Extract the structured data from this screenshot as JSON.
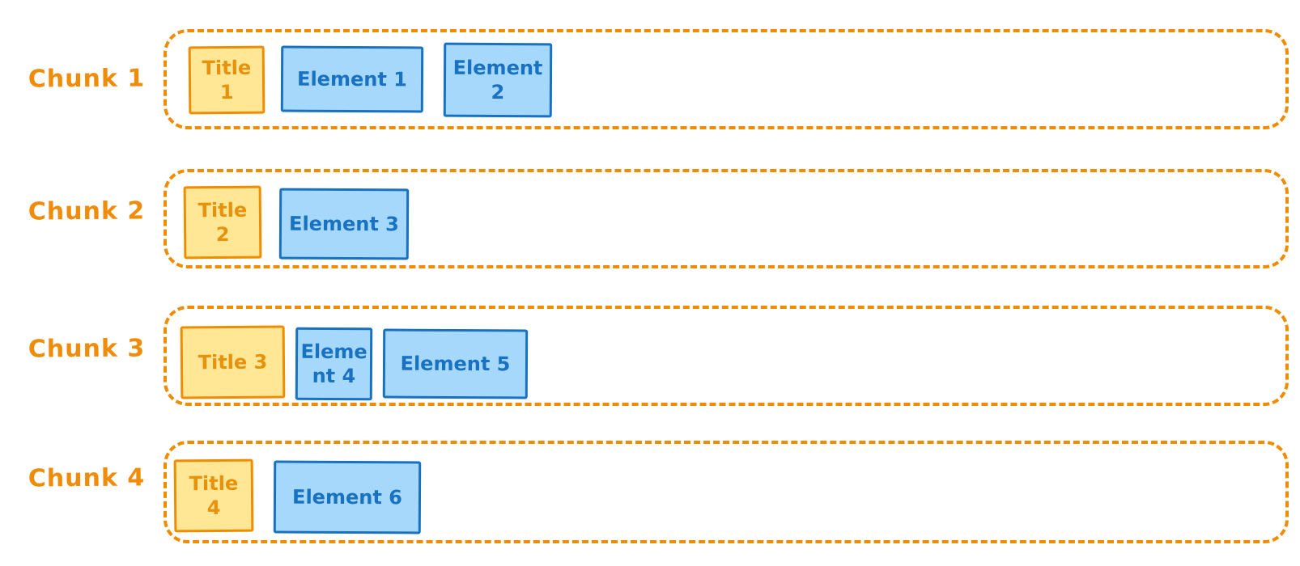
{
  "diagram": {
    "description": "Four dashed chunk containers, each holding a title box and element boxes",
    "colors": {
      "chunk_border_orange": "#f08c00",
      "label_orange": "#ef8d0a",
      "title_fill_yellow": "#ffe795",
      "title_border_orange": "#f08c00",
      "title_text_orange": "#e8910c",
      "element_fill_blue": "#a5d8fa",
      "element_border_blue": "#1971c2",
      "element_text_blue": "#1971c2",
      "background": "#ffffff"
    },
    "chunks": [
      {
        "label": "Chunk 1",
        "boxes": [
          {
            "type": "title",
            "text": "Title\n1"
          },
          {
            "type": "element",
            "text": "Element 1"
          },
          {
            "type": "element",
            "text": "Element\n2"
          }
        ]
      },
      {
        "label": "Chunk 2",
        "boxes": [
          {
            "type": "title",
            "text": "Title\n2"
          },
          {
            "type": "element",
            "text": "Element 3"
          }
        ]
      },
      {
        "label": "Chunk 3",
        "boxes": [
          {
            "type": "title",
            "text": "Title 3"
          },
          {
            "type": "element",
            "text": "Eleme\nnt 4"
          },
          {
            "type": "element",
            "text": "Element 5"
          }
        ]
      },
      {
        "label": "Chunk 4",
        "boxes": [
          {
            "type": "title",
            "text": "Title\n4"
          },
          {
            "type": "element",
            "text": "Element 6"
          }
        ]
      }
    ]
  }
}
